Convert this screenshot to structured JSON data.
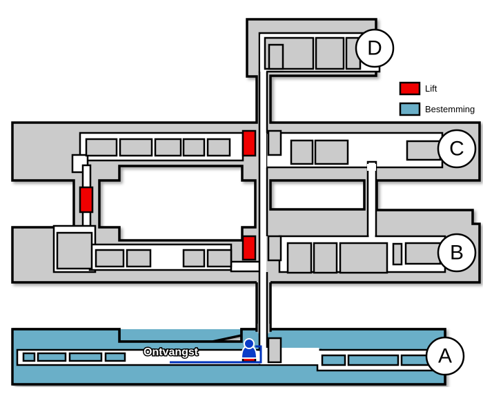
{
  "legend": {
    "items": [
      {
        "label": "Lift",
        "color": "#f00000"
      },
      {
        "label": "Bestemming",
        "color": "#6aafc8"
      }
    ]
  },
  "markers": {
    "a": "A",
    "b": "B",
    "c": "C",
    "d": "D"
  },
  "reception": {
    "label": "Ontvangst",
    "route_color": "#0033bb",
    "person_color": "#0a3cc8"
  },
  "colors": {
    "building": "#cbcbcb",
    "destination": "#6aafc8",
    "lift": "#f00000"
  }
}
